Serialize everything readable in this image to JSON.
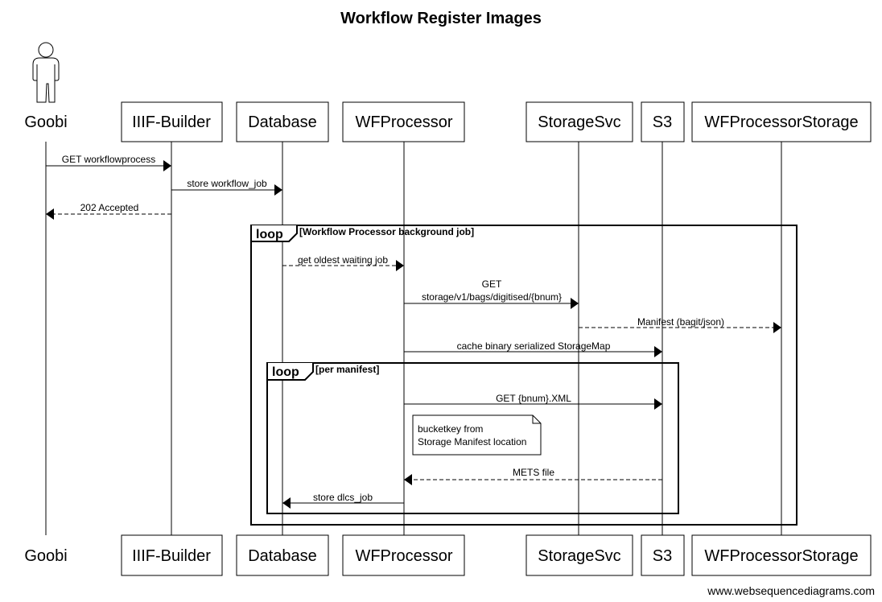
{
  "title": "Workflow Register Images",
  "footer": "www.websequencediagrams.com",
  "actor": {
    "name": "Goobi"
  },
  "participants": [
    {
      "id": "iiif",
      "name": "IIIF-Builder"
    },
    {
      "id": "db",
      "name": "Database"
    },
    {
      "id": "wfp",
      "name": "WFProcessor"
    },
    {
      "id": "storage",
      "name": "StorageSvc"
    },
    {
      "id": "s3",
      "name": "S3"
    },
    {
      "id": "wfps",
      "name": "WFProcessorStorage"
    }
  ],
  "messages": [
    {
      "from": "goobi",
      "to": "iiif",
      "label": "GET workflowprocess",
      "style": "solid"
    },
    {
      "from": "iiif",
      "to": "db",
      "label": "store workflow_job",
      "style": "solid"
    },
    {
      "from": "iiif",
      "to": "goobi",
      "label": "202 Accepted",
      "style": "dashed"
    },
    {
      "from": "db",
      "to": "wfp",
      "label": "get oldest waiting job",
      "style": "dashed"
    },
    {
      "from": "wfp",
      "to": "storage",
      "label_lines": [
        "GET",
        "storage/v1/bags/digitised/{bnum}"
      ],
      "style": "solid"
    },
    {
      "from": "storage",
      "to": "wfps",
      "label": "Manifest (bagit/json)",
      "style": "dashed"
    },
    {
      "from": "wfp",
      "to": "s3",
      "label": "cache binary serialized StorageMap",
      "style": "solid"
    },
    {
      "from": "wfp",
      "to": "s3",
      "label": "GET {bnum}.XML",
      "style": "solid"
    },
    {
      "from": "s3",
      "to": "wfp",
      "label": "METS file",
      "style": "dashed"
    },
    {
      "from": "wfp",
      "to": "db",
      "label": "store dlcs_job",
      "style": "solid"
    }
  ],
  "frames": [
    {
      "keyword": "loop",
      "condition": "[Workflow Processor background job]"
    },
    {
      "keyword": "loop",
      "condition": "[per manifest]"
    }
  ],
  "note": {
    "lines": [
      "bucketkey from",
      "Storage Manifest location"
    ]
  }
}
